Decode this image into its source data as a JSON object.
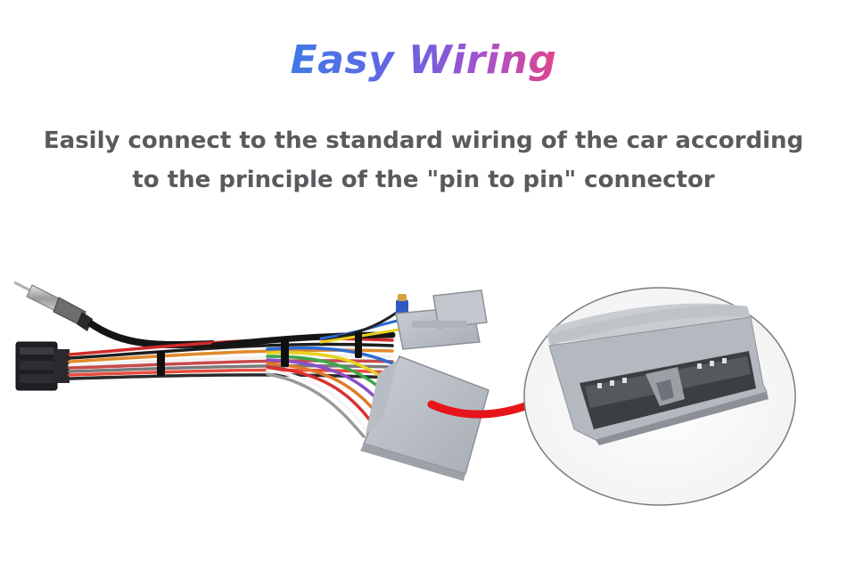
{
  "title": "Easy Wiring",
  "subtitle": {
    "line1": "Easily connect to the standard wiring of the car according",
    "line2": "to the principle of the \"pin to pin\" connector"
  },
  "colors": {
    "title_gradient": [
      "#3f7ae6",
      "#6b62e0",
      "#a152cf",
      "#e0468c"
    ],
    "subtitle": "#5a5a5e",
    "arrow": "#e8141b",
    "connector": "#b7bcc3"
  },
  "icons": {
    "harness": "wiring-harness-illustration",
    "arrow": "red-curved-arrow-icon",
    "zoom": "connector-closeup-illustration"
  }
}
